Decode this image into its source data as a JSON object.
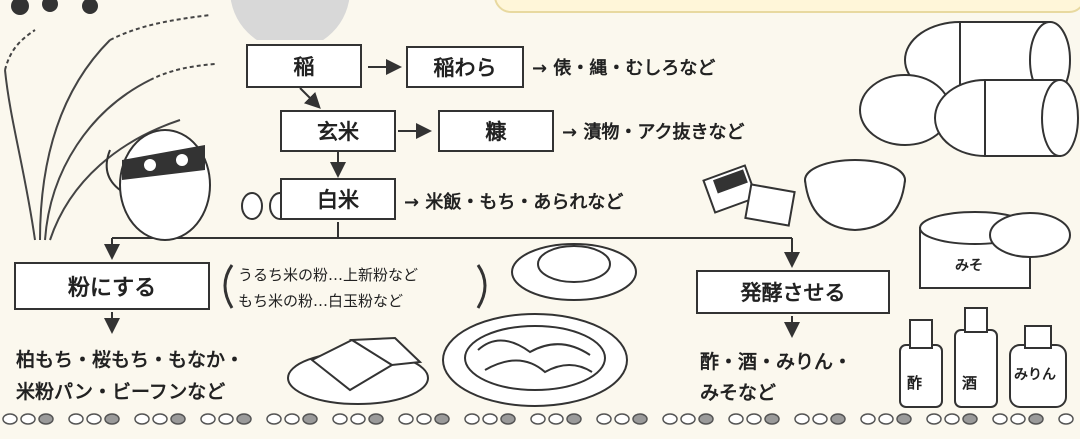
{
  "nodes": {
    "ine": "稲",
    "inewara": "稲わら",
    "genmai": "玄米",
    "nuka": "糠",
    "hakumai": "白米",
    "kona": "粉にする",
    "hakko": "発酵させる"
  },
  "uses": {
    "inewara": "→ 俵・縄・むしろなど",
    "nuka": "→ 漬物・アク抜きなど",
    "hakumai": "→ 米飯・もち・あられなど",
    "kona_products_1": "柏もち・桜もち・もなか・",
    "kona_products_2": "米粉パン・ビーフンなど",
    "hakko_products_1": "酢・酒・みりん・",
    "hakko_products_2": "みそなど"
  },
  "flour_notes": {
    "line1": "うるち米の粉…上新粉など",
    "line2": "もち米の粉…白玉粉など"
  },
  "illustration_labels": {
    "miso": "みそ",
    "su": "酢",
    "sake": "酒",
    "mirin": "みりん"
  },
  "colors": {
    "background": "#fbf8ee",
    "border": "#333333",
    "dot_gray": "#9a9a9a",
    "top_panel": "#fff6d9"
  }
}
